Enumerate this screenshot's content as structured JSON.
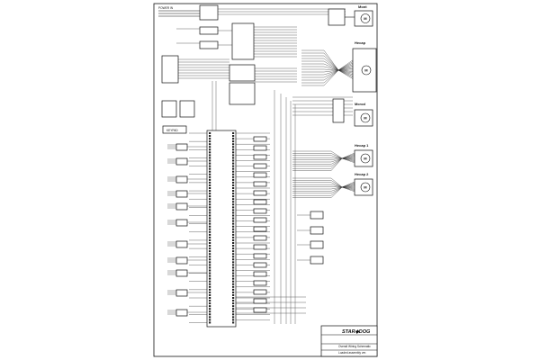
{
  "diagram": {
    "power_in": "POWER IN",
    "keypad": "KEYPAD",
    "motors": [
      {
        "id": "mont",
        "label": "Mont",
        "letter": "M"
      },
      {
        "id": "hecap",
        "label": "Hecap",
        "letter": "M"
      },
      {
        "id": "mcrod",
        "label": "Mcrod",
        "letter": "M"
      },
      {
        "id": "hecap1",
        "label": "Hecap 1",
        "letter": "M"
      },
      {
        "id": "hecap2",
        "label": "Hecap 2",
        "letter": "M"
      }
    ],
    "logo": "STAR◆DOG",
    "title_block": {
      "line1": "Overall Wiring Schematic",
      "line2": "Loaded assembly ver."
    }
  }
}
